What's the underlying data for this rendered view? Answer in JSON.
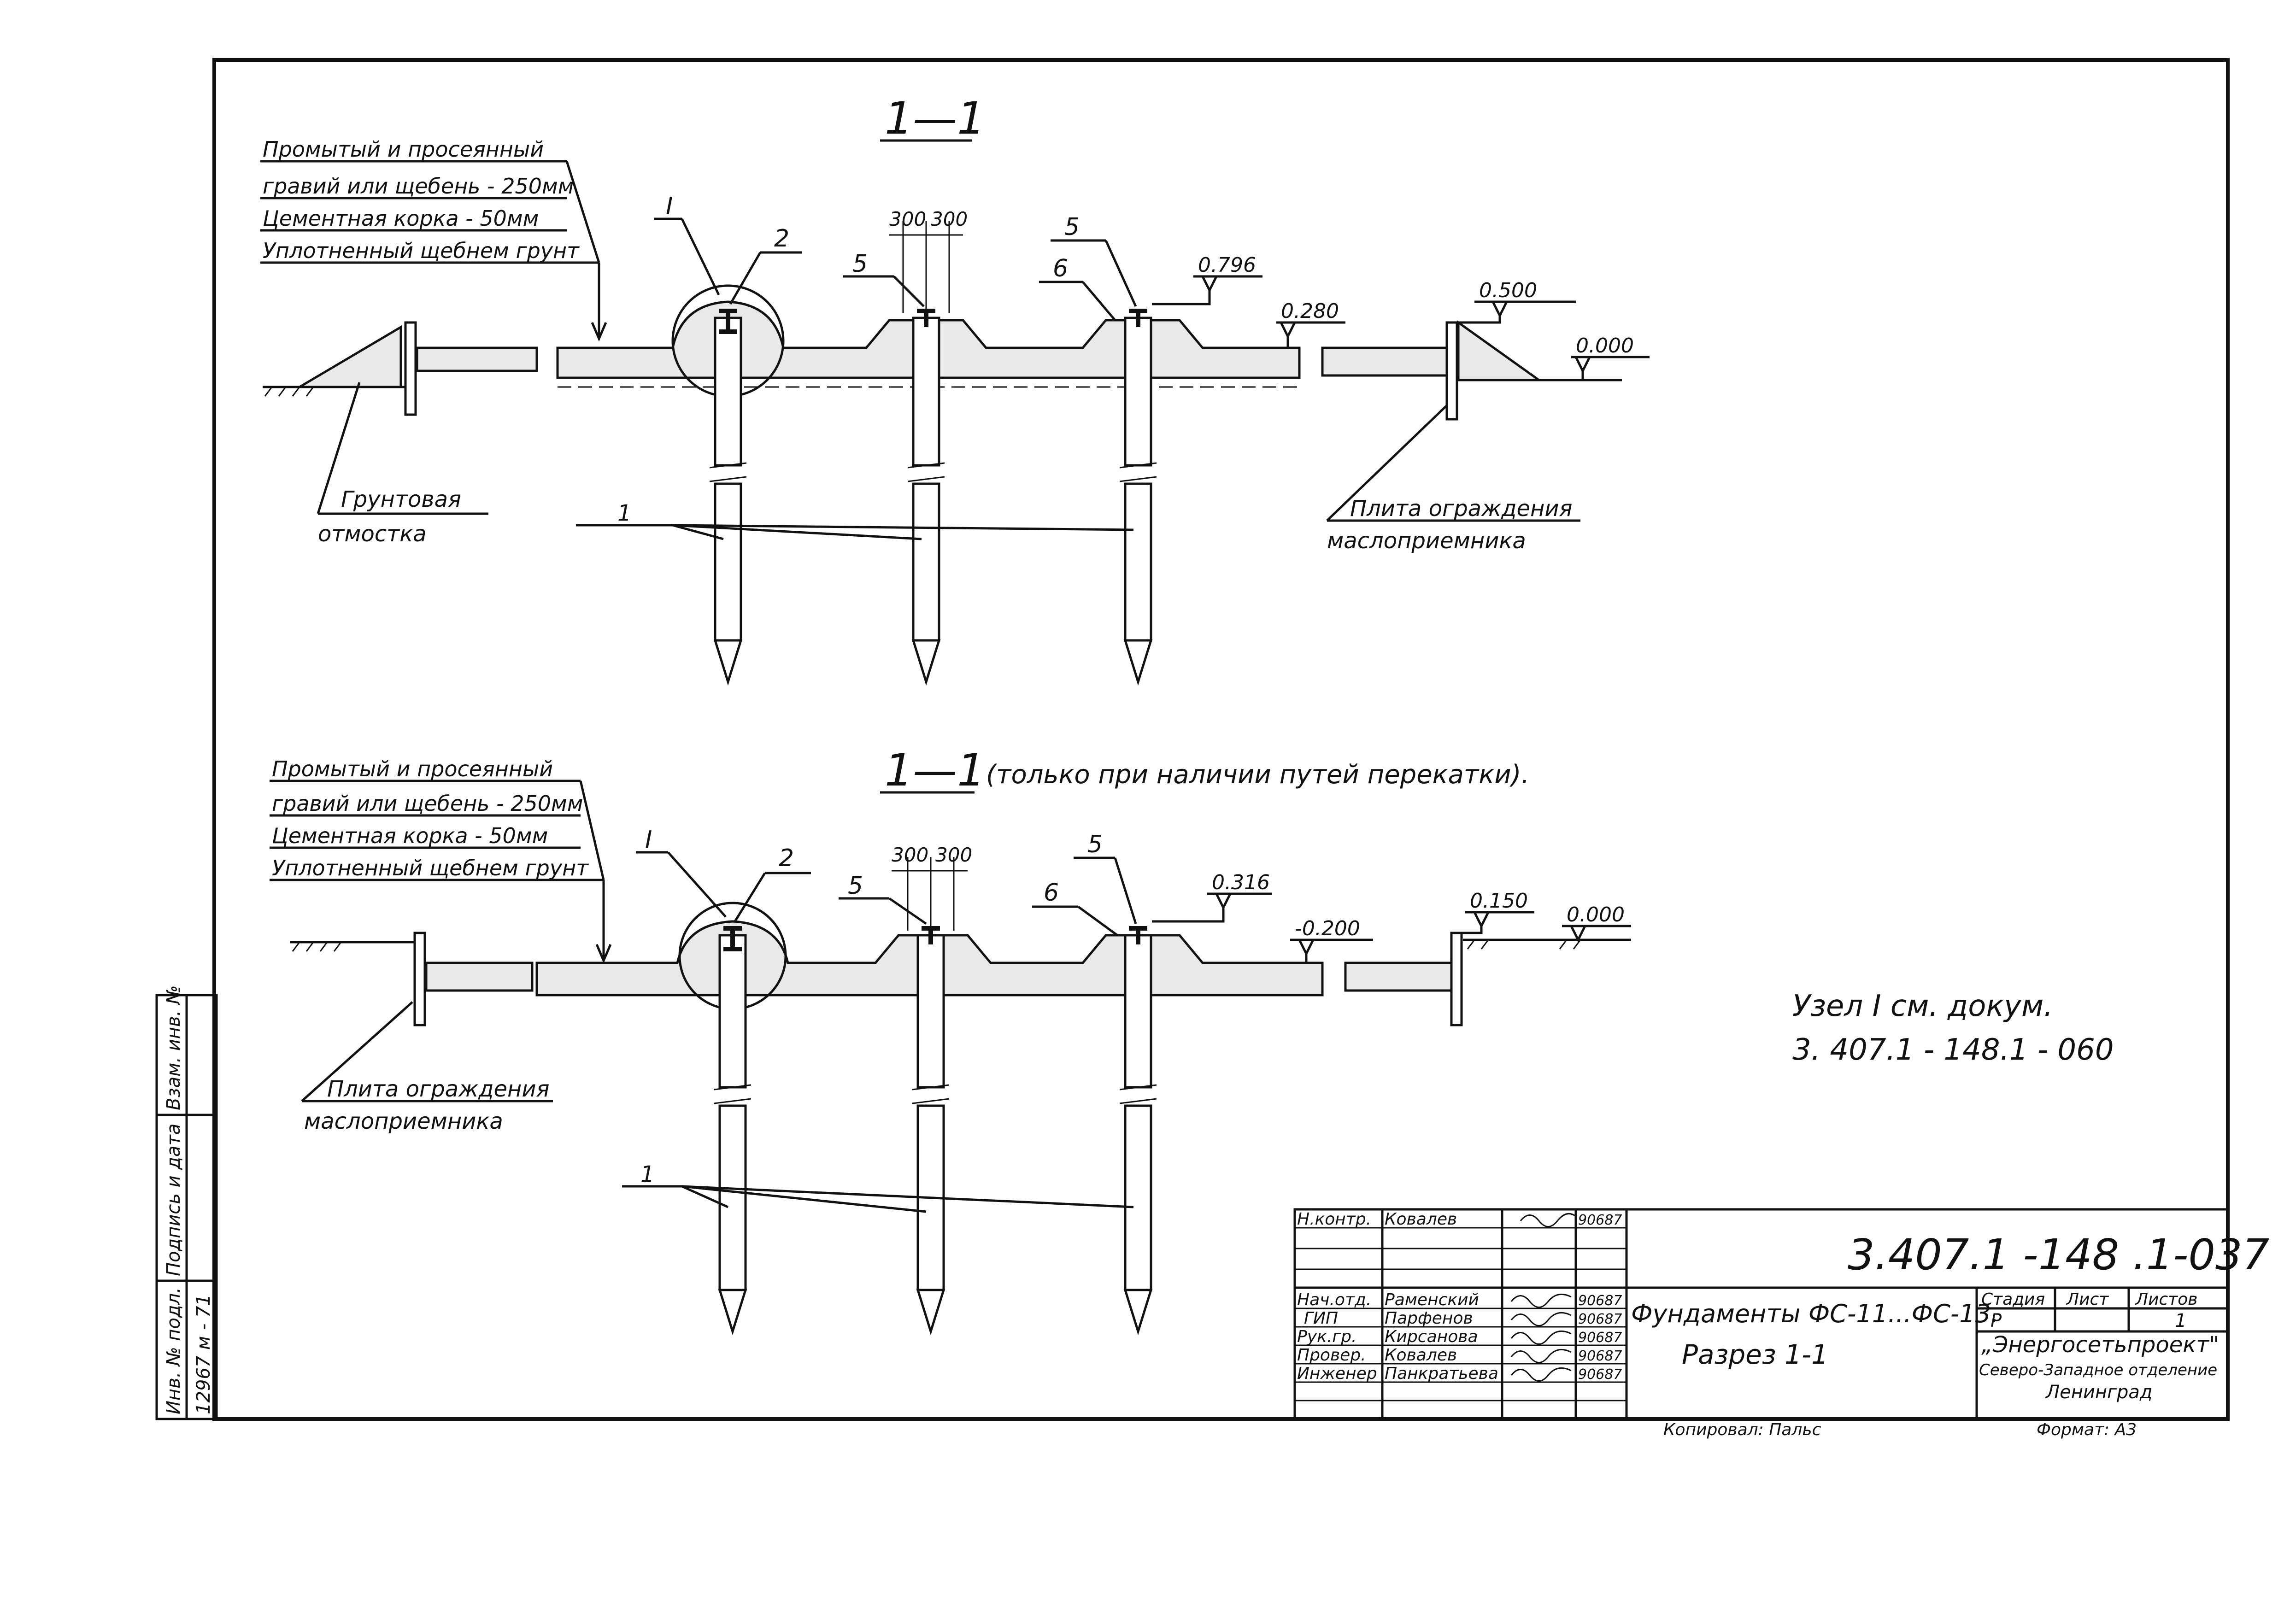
{
  "upper_section": {
    "title": "1—1",
    "layers": [
      "Промытый и просеянный",
      "гравий или щебень - 250мм",
      "Цементная корка - 50мм",
      "Уплотненный щебнем грунт"
    ],
    "callout_node": "I",
    "callout_2": "2",
    "callout_5a": "5",
    "callout_5b": "5",
    "callout_6": "6",
    "dim_300a": "300",
    "dim_300b": "300",
    "elev_top": "0.796",
    "elev_mid": "0.280",
    "elev_right": "0.500",
    "elev_zero": "0.000",
    "left_label_1": "Грунтовая",
    "left_label_2": "отмостка",
    "pile_label": "1",
    "right_label_1": "Плита ограждения",
    "right_label_2": "маслоприемника"
  },
  "lower_section": {
    "title": "1—1",
    "title_note": "(только при наличии путей перекатки).",
    "layers": [
      "Промытый и просеянный",
      "гравий или щебень - 250мм",
      "Цементная корка - 50мм",
      "Уплотненный щебнем грунт"
    ],
    "callout_node": "I",
    "callout_2": "2",
    "callout_5a": "5",
    "callout_5b": "5",
    "callout_6": "6",
    "dim_300a": "300",
    "dim_300b": "300",
    "elev_top": "0.316",
    "elev_mid": "-0.200",
    "elev_right": "0.150",
    "elev_zero": "0.000",
    "left_label_1": "Плита ограждения",
    "left_label_2": "маслоприемника",
    "pile_label": "1"
  },
  "node_note": {
    "line1": "Узел I см. докум.",
    "line2": "3. 407.1 - 148.1 - 060"
  },
  "side_stamp": {
    "col1_top": "Взам. инв. №",
    "col1_mid": "Подпись и дата",
    "col1_bot": "Инв. № подл.",
    "inv_no": "12967 м - 71"
  },
  "title_block": {
    "doc_code": "3.407.1 -148 .1-037",
    "roles": [
      "Н.контр.",
      "Нач.отд.",
      "ГИП",
      "Рук.гр.",
      "Провер.",
      "Инженер"
    ],
    "names": [
      "Ковалев",
      "Раменский",
      "Парфенов",
      "Кирсанова",
      "Ковалев",
      "Панкратьева"
    ],
    "dates": [
      "90687",
      "90687",
      "90687",
      "90687",
      "90687",
      "90687"
    ],
    "title_line1": "Фундаменты ФС-11...ФС-13.",
    "title_line2": "Разрез 1-1",
    "stage_header": "Стадия",
    "sheet_header": "Лист",
    "sheets_header": "Листов",
    "stage_value": "Р",
    "sheets_value": "1",
    "org_line1": "„Энергосетьпроект\"",
    "org_line2": "Северо-Западное отделение",
    "org_line3": "Ленинград",
    "copied": "Копировал: Пальс",
    "format": "Формат: А3"
  }
}
